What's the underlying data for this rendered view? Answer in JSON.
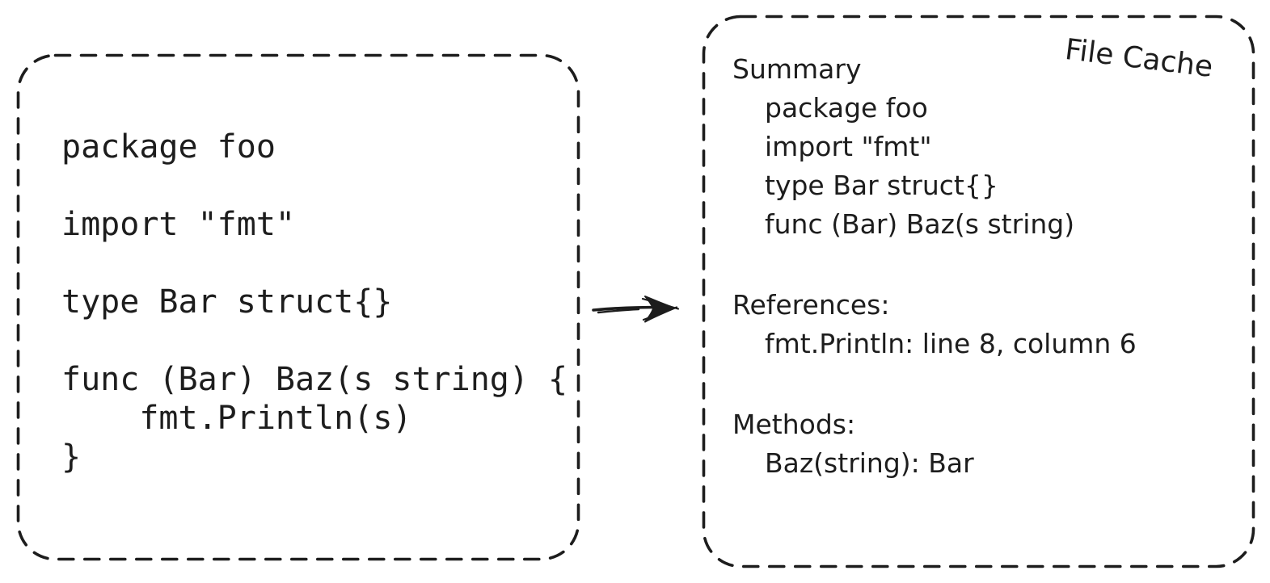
{
  "source": {
    "code": "package foo\n\nimport \"fmt\"\n\ntype Bar struct{}\n\nfunc (Bar) Baz(s string) {\n    fmt.Println(s)\n}"
  },
  "arrow": {
    "direction": "right"
  },
  "file_cache": {
    "title": "File Cache",
    "sections": [
      {
        "heading": "Summary",
        "items": [
          "package foo",
          "import \"fmt\"",
          "type Bar struct{}",
          "func (Bar) Baz(s string)"
        ]
      },
      {
        "heading": "References:",
        "items": [
          "fmt.Println: line 8, column 6"
        ]
      },
      {
        "heading": "Methods:",
        "items": [
          "Baz(string): Bar"
        ]
      }
    ]
  },
  "colors": {
    "ink": "#1d1d1d",
    "background": "#ffffff"
  }
}
